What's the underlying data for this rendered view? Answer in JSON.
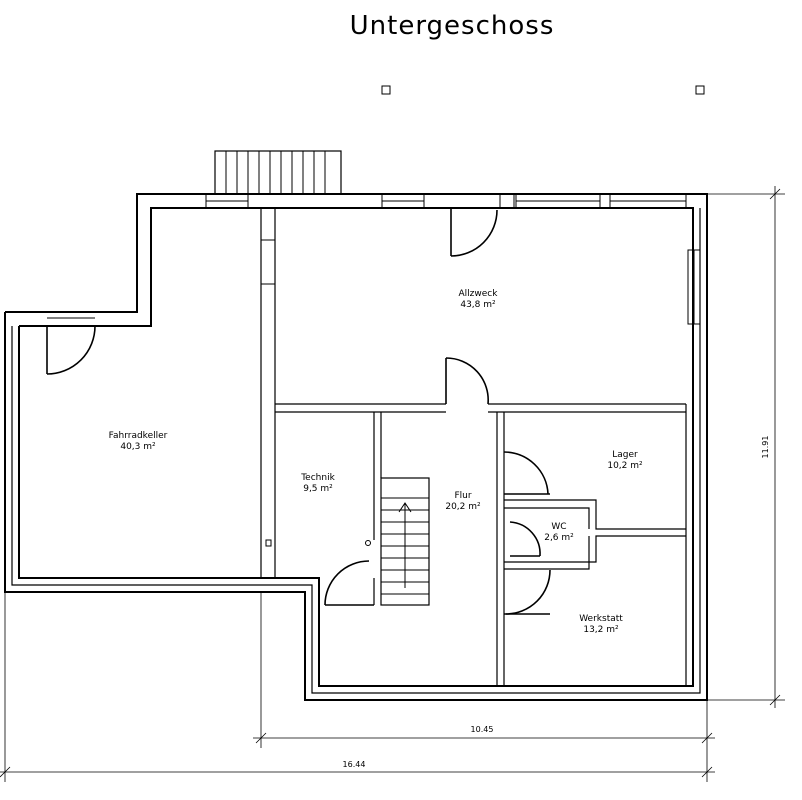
{
  "title": "Untergeschoss",
  "rooms": [
    {
      "name": "Fahrradkeller",
      "area": "40,3 m²"
    },
    {
      "name": "Allzweck",
      "area": "43,8 m²"
    },
    {
      "name": "Technik",
      "area": "9,5 m²"
    },
    {
      "name": "Flur",
      "area": "20,2 m²"
    },
    {
      "name": "Lager",
      "area": "10,2 m²"
    },
    {
      "name": "WC",
      "area": "2,6 m²"
    },
    {
      "name": "Werkstatt",
      "area": "13,2 m²"
    }
  ],
  "dimensions": {
    "height": "11.91",
    "width_inner": "10.45",
    "width_total": "16.44"
  }
}
